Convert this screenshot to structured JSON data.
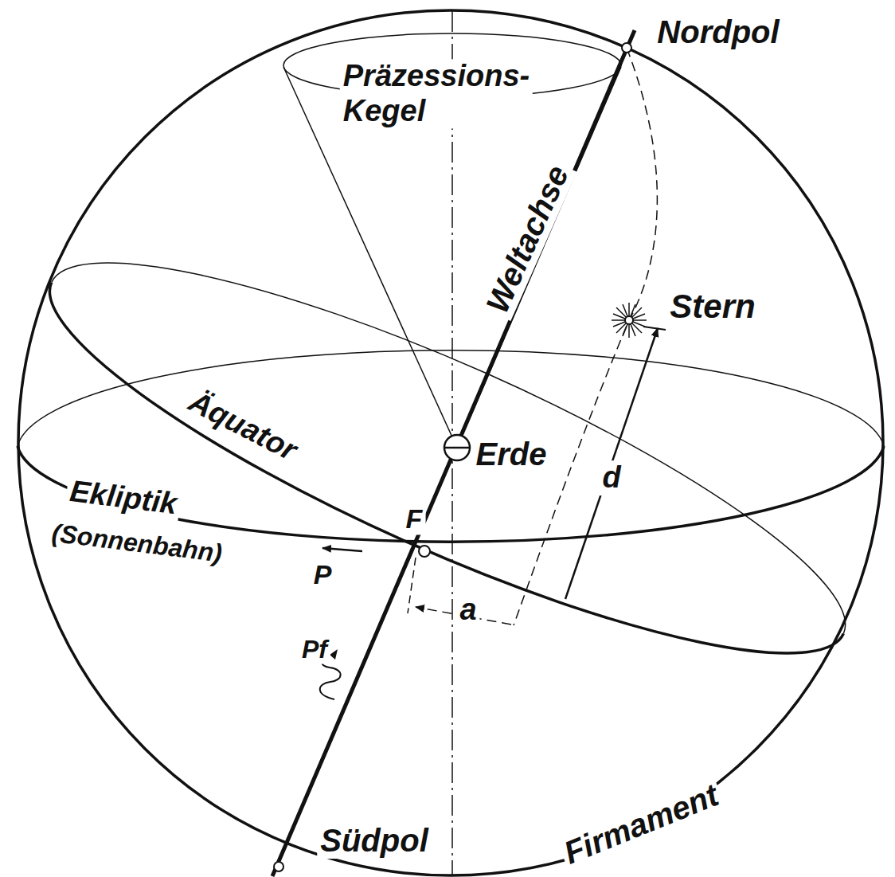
{
  "diagram": {
    "labels": [
      "Nordpol",
      "Präzessions- Kegel",
      "Weltachse",
      "Stern",
      "Äquator",
      "Erde",
      "Ekliptik",
      "(Sonnenbahn)",
      "d",
      "F",
      "P",
      "a",
      "Pf",
      "Südpol",
      "Firmament"
    ]
  }
}
